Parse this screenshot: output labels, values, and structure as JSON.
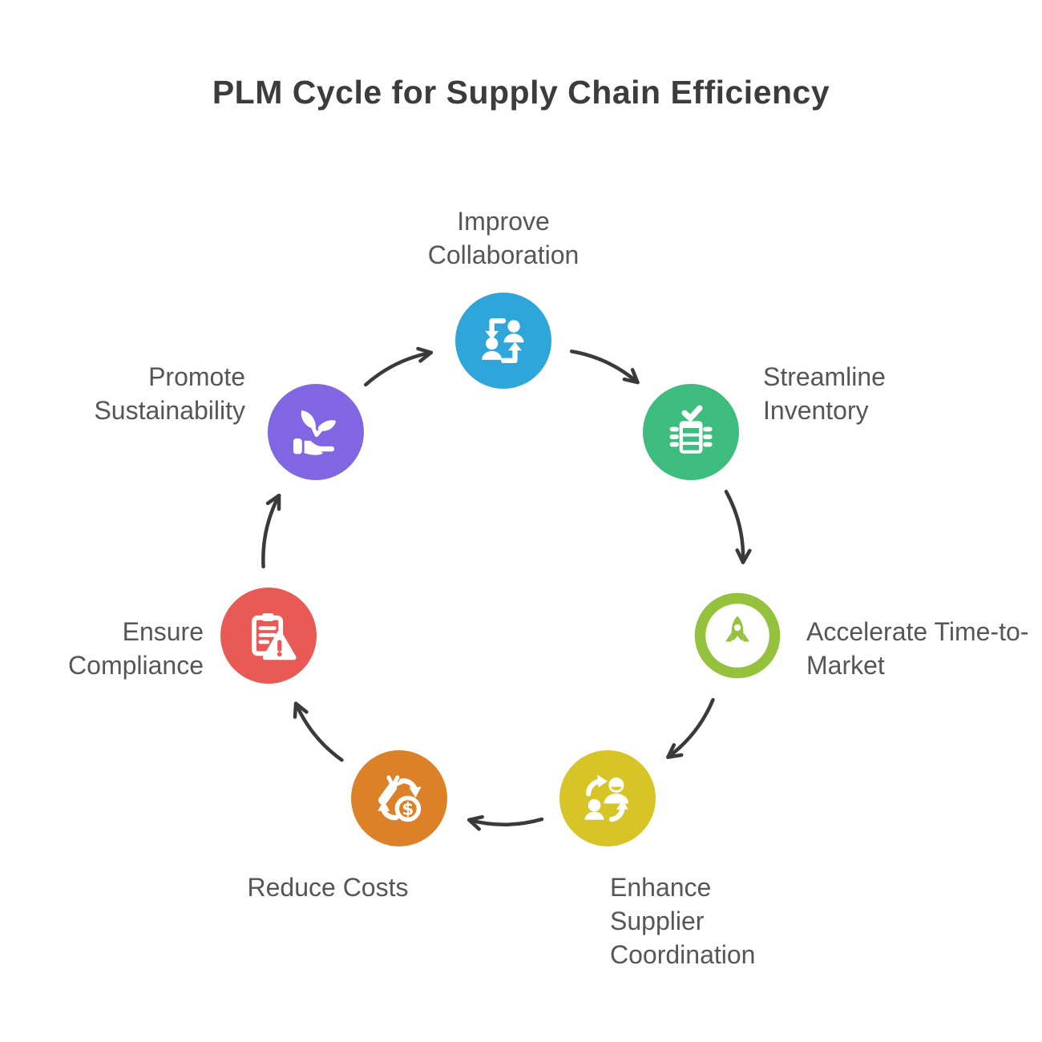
{
  "title": "PLM Cycle for Supply Chain Efficiency",
  "style": {
    "arrow_color": "#3a3a3a",
    "label_color": "#565656",
    "title_color": "#3c3c3c"
  },
  "icons": {
    "dollar_symbol": "$"
  },
  "nodes": [
    {
      "id": "improve-collaboration",
      "label": "Improve Collaboration",
      "color": "#2fa6d9",
      "icon": "people-swap-icon"
    },
    {
      "id": "streamline-inventory",
      "label": "Streamline Inventory",
      "color": "#3ebc7d",
      "icon": "inventory-check-icon"
    },
    {
      "id": "accelerate-time-to-market",
      "label": "Accelerate Time-to-Market",
      "color": "#94c23d",
      "icon": "rocket-icon"
    },
    {
      "id": "enhance-supplier-coordination",
      "label": "Enhance Supplier Coordination",
      "color": "#d7c426",
      "icon": "people-sync-icon"
    },
    {
      "id": "reduce-costs",
      "label": "Reduce Costs",
      "color": "#dc8127",
      "icon": "cost-exchange-icon"
    },
    {
      "id": "ensure-compliance",
      "label": "Ensure Compliance",
      "color": "#e95a55",
      "icon": "clipboard-alert-icon"
    },
    {
      "id": "promote-sustainability",
      "label": "Promote Sustainability",
      "color": "#8066e3",
      "icon": "plant-hand-icon"
    }
  ],
  "flow_order": [
    "improve-collaboration",
    "streamline-inventory",
    "accelerate-time-to-market",
    "enhance-supplier-coordination",
    "reduce-costs",
    "ensure-compliance",
    "promote-sustainability"
  ]
}
